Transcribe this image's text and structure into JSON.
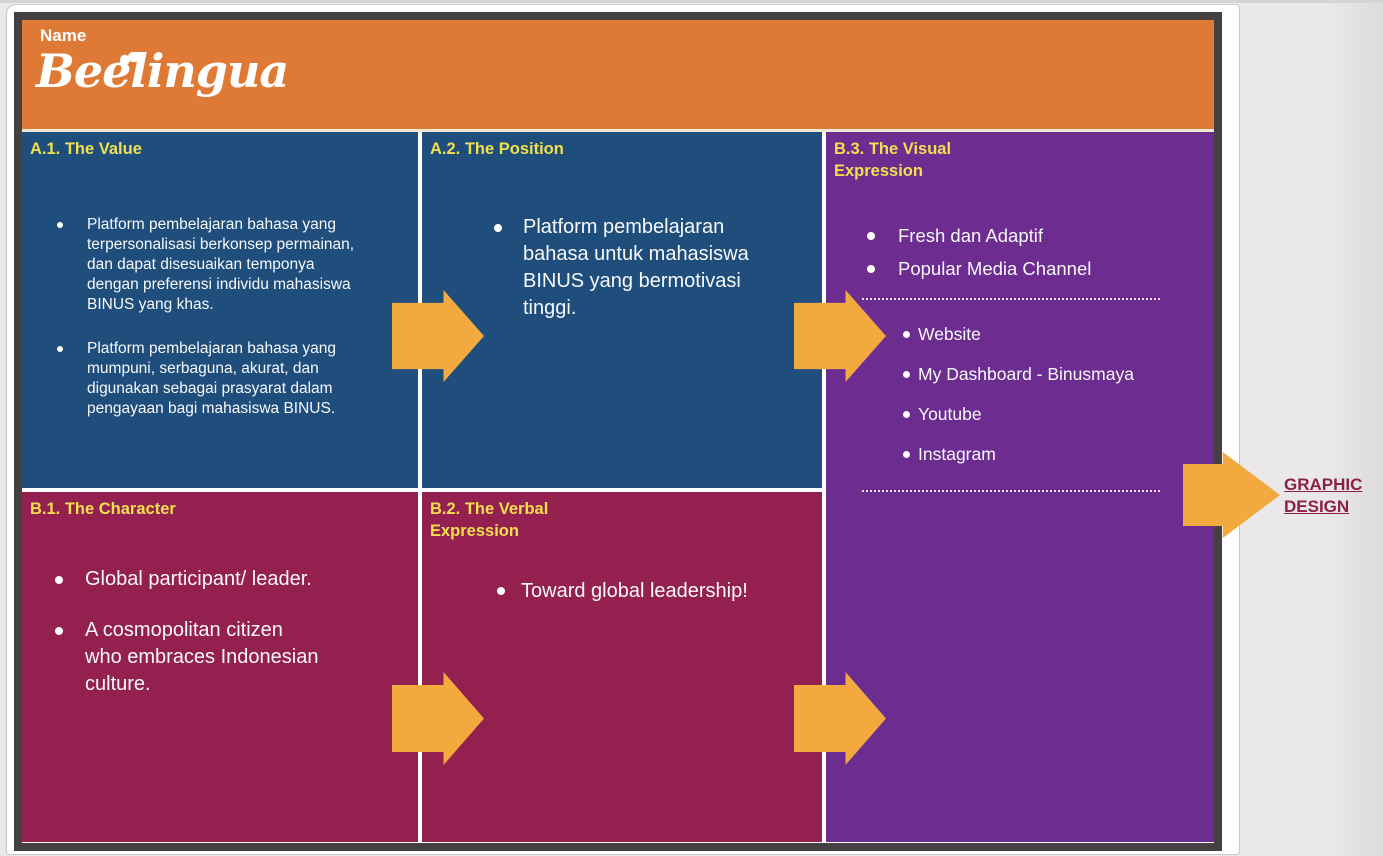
{
  "palette": {
    "header_orange": "#DF7A36",
    "panel_blue": "#1F4E7C",
    "panel_maroon": "#93204F",
    "panel_purple": "#6C2C90",
    "arrow_gold": "#F2A93D",
    "title_yellow": "#F1E04E",
    "callout_maroon": "#8E2047",
    "board_border": "#454142"
  },
  "header": {
    "name_label": "Name",
    "brand": "Beelingua"
  },
  "panels": {
    "a1": {
      "title": "A.1. The Value",
      "bullets": [
        "Platform pembelajaran bahasa yang\nterpersonalisasi berkonsep permainan,\ndan dapat disesuaikan temponya\ndengan preferensi individu mahasiswa\nBINUS yang khas.",
        "Platform pembelajaran bahasa yang\nmumpuni, serbaguna, akurat, dan\ndigunakan sebagai prasyarat dalam\npengayaan bagi mahasiswa BINUS."
      ]
    },
    "a2": {
      "title": "A.2. The Position",
      "bullets": [
        "Platform pembelajaran\nbahasa untuk mahasiswa\nBINUS yang bermotivasi\ntinggi."
      ]
    },
    "b1": {
      "title": "B.1. The Character",
      "bullets": [
        "Global participant/ leader.",
        "A cosmopolitan citizen\nwho embraces Indonesian\nculture."
      ]
    },
    "b2": {
      "title": "B.2. The Verbal\nExpression",
      "bullets": [
        "Toward global leadership!"
      ]
    },
    "b3": {
      "title": "B.3. The Visual\nExpression",
      "bullets": [
        "Fresh dan Adaptif",
        "Popular Media Channel"
      ],
      "channels": [
        "Website",
        "My Dashboard - Binusmaya",
        "Youtube",
        "Instagram"
      ]
    }
  },
  "callout": {
    "label": "GRAPHIC\nDESIGN"
  }
}
